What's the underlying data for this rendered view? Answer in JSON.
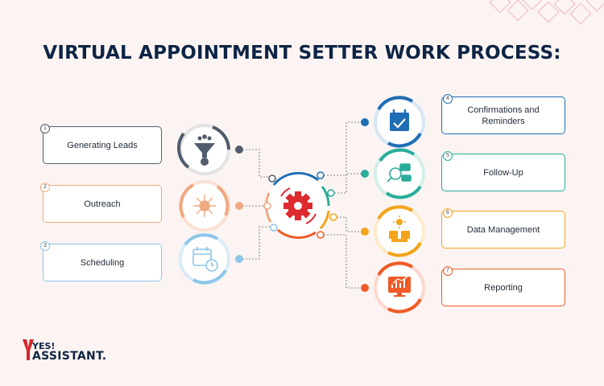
{
  "title": "VIRTUAL APPOINTMENT SETTER WORK PROCESS:",
  "steps_left": [
    {
      "number": "1",
      "label": "Generating Leads",
      "color": "#515c6c"
    },
    {
      "number": "2",
      "label": "Outreach",
      "color": "#f0a982"
    },
    {
      "number": "3",
      "label": "Scheduling",
      "color": "#8dc6e8"
    }
  ],
  "steps_right": [
    {
      "number": "4",
      "label": "Confirmations and Reminders",
      "color": "#1f6db4"
    },
    {
      "number": "5",
      "label": "Follow-Up",
      "color": "#2aac9b"
    },
    {
      "number": "6",
      "label": "Data Management",
      "color": "#f3a41b"
    },
    {
      "number": "7",
      "label": "Reporting",
      "color": "#ef5a26"
    }
  ],
  "center": {
    "icon": "gear-icon",
    "color": "#dd2a2f"
  },
  "icons": [
    "funnel-users-icon",
    "network-icon",
    "calendar-clock-icon",
    "calendar-check-icon",
    "search-chat-icon",
    "data-boxes-icon",
    "chart-monitor-icon"
  ],
  "logo": {
    "line1": "YES!",
    "line2": "ASSISTANT."
  },
  "decor_color": "#f0b9bd"
}
